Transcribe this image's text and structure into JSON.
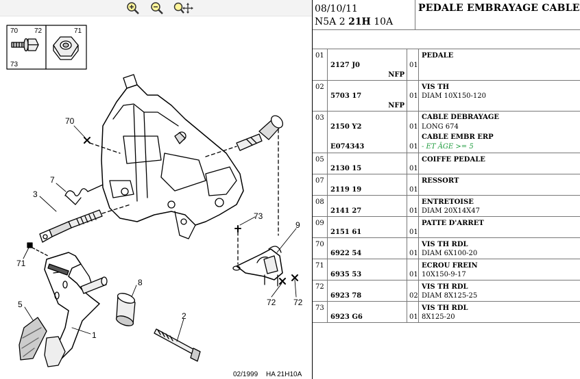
{
  "toolbar": {
    "zoom_in": "zoom-in-icon",
    "zoom_out": "zoom-out-icon",
    "zoom_pan": "zoom-pan-icon"
  },
  "diagram": {
    "callouts": {
      "c70": "70",
      "c7": "7",
      "c3": "3",
      "c71": "71",
      "c5": "5",
      "c8": "8",
      "c2": "2",
      "c1": "1",
      "c73": "73",
      "c9": "9",
      "c72a": "72",
      "c72b": "72"
    },
    "inset": {
      "l70": "70",
      "l72": "72",
      "l73": "73",
      "l71": "71"
    },
    "footer_date": "02/1999",
    "footer_code": "HA 21H10A"
  },
  "header": {
    "date": "08/10/11",
    "model_prefix": "N5A 2 ",
    "model_bold": "21H",
    "model_suffix": " 10A",
    "title": "PEDALE EMBRAYAGE CABLE"
  },
  "parts": [
    {
      "pos": "01",
      "ref": "2127 J0",
      "nfp": "NFP",
      "qty": "01",
      "name": "PEDALE",
      "spec": ""
    },
    {
      "pos": "02",
      "ref": "5703 17",
      "nfp": "NFP",
      "qty": "01",
      "name": "VIS TH",
      "spec": "DIAM 10X150-120"
    },
    {
      "pos": "03",
      "ref": "2150 Y2",
      "qty": "01",
      "name": "CABLE DEBRAYAGE",
      "spec": "LONG 674",
      "ref2": "E074343",
      "qty2": "01",
      "name2": "CABLE EMBR ERP",
      "note2": "- ET ÂGE >= 5"
    },
    {
      "pos": "05",
      "ref": "2130 15",
      "qty": "01",
      "name": "COIFFE PEDALE",
      "spec": ""
    },
    {
      "pos": "07",
      "ref": "2119 19",
      "qty": "01",
      "name": "RESSORT",
      "spec": ""
    },
    {
      "pos": "08",
      "ref": "2141 27",
      "qty": "01",
      "name": "ENTRETOISE",
      "spec": "DIAM 20X14X47"
    },
    {
      "pos": "09",
      "ref": "2151 61",
      "qty": "01",
      "name": "PATTE D'ARRET",
      "spec": ""
    },
    {
      "pos": "70",
      "ref": "6922 54",
      "qty": "01",
      "name": "VIS TH RDL",
      "spec": "DIAM 6X100-20"
    },
    {
      "pos": "71",
      "ref": "6935 53",
      "qty": "01",
      "name": "ECROU FREIN",
      "spec": "10X150-9-17"
    },
    {
      "pos": "72",
      "ref": "6923 78",
      "qty": "02",
      "name": "VIS TH RDL",
      "spec": "DIAM 8X125-25"
    },
    {
      "pos": "73",
      "ref": "6923 G6",
      "qty": "01",
      "name": "VIS TH RDL",
      "spec": "8X125-20"
    }
  ]
}
